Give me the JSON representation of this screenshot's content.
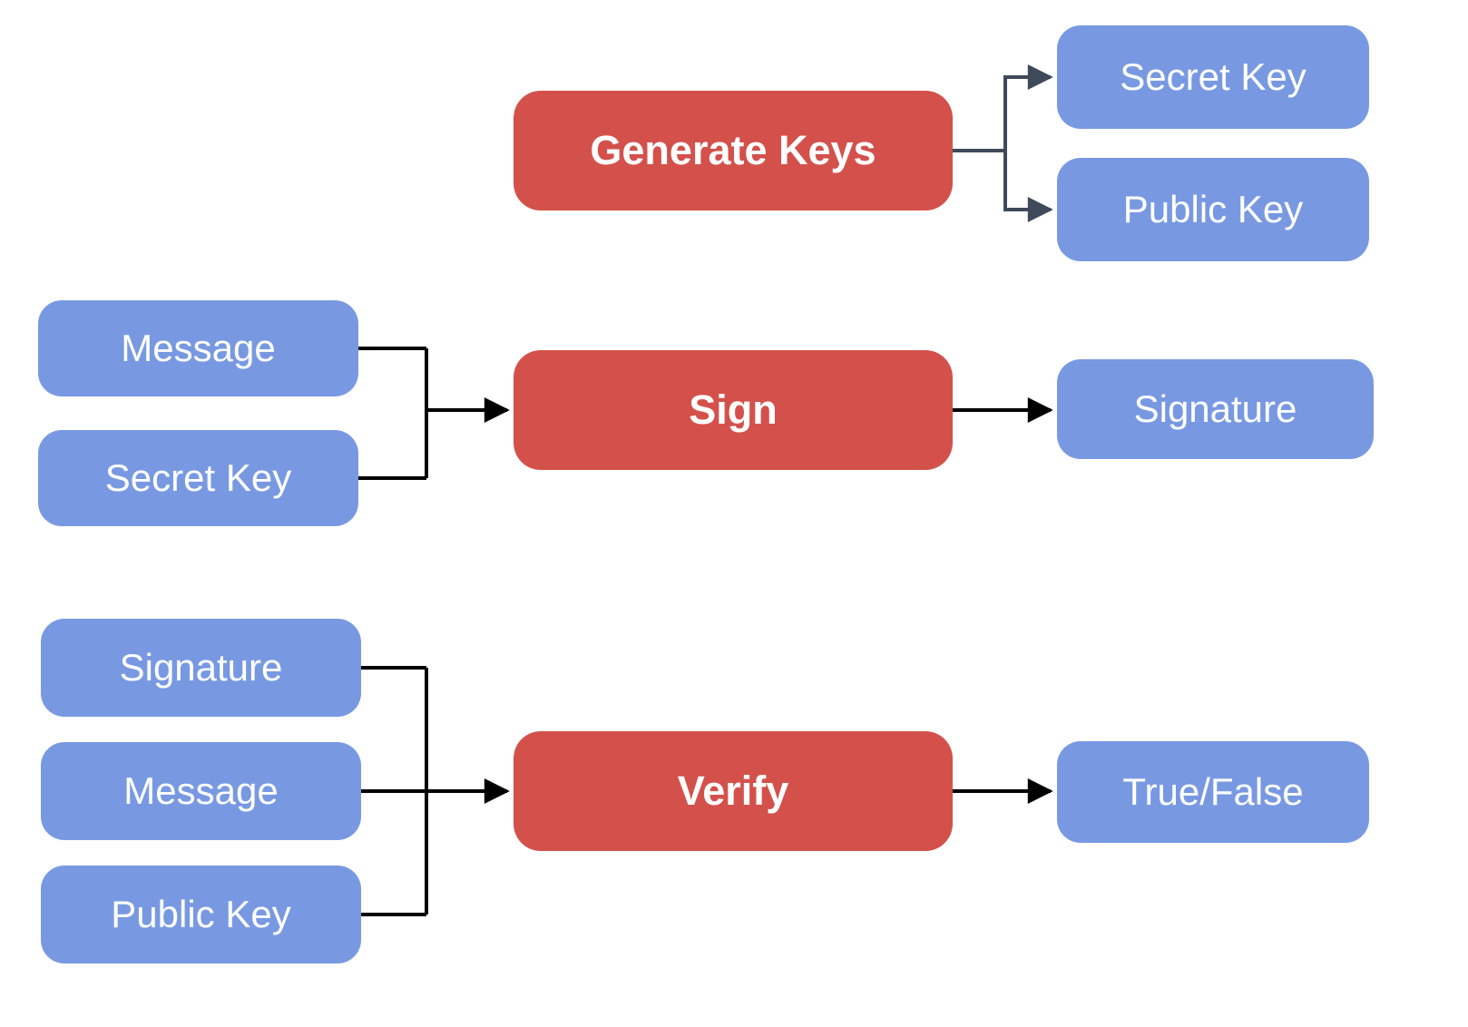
{
  "colors": {
    "process_fill": "#d4514b",
    "data_fill": "#7899e2",
    "label_text": "#ffffff",
    "connector_slate": "#3e4a59",
    "connector_black": "#000000",
    "background": "#ffffff"
  },
  "nodes": {
    "generate_keys": {
      "label": "Generate Keys",
      "type": "process"
    },
    "secret_key_out": {
      "label": "Secret Key",
      "type": "data"
    },
    "public_key_out": {
      "label": "Public Key",
      "type": "data"
    },
    "message_sign": {
      "label": "Message",
      "type": "data"
    },
    "secret_key_sign": {
      "label": "Secret Key",
      "type": "data"
    },
    "sign": {
      "label": "Sign",
      "type": "process"
    },
    "signature_out": {
      "label": "Signature",
      "type": "data"
    },
    "signature_in": {
      "label": "Signature",
      "type": "data"
    },
    "message_in": {
      "label": "Message",
      "type": "data"
    },
    "public_key_in": {
      "label": "Public Key",
      "type": "data"
    },
    "verify": {
      "label": "Verify",
      "type": "process"
    },
    "true_false": {
      "label": "True/False",
      "type": "data"
    }
  },
  "edges": [
    {
      "from": "generate_keys",
      "to": "secret_key_out"
    },
    {
      "from": "generate_keys",
      "to": "public_key_out"
    },
    {
      "from": "message_sign",
      "to": "sign"
    },
    {
      "from": "secret_key_sign",
      "to": "sign"
    },
    {
      "from": "sign",
      "to": "signature_out"
    },
    {
      "from": "signature_in",
      "to": "verify"
    },
    {
      "from": "message_in",
      "to": "verify"
    },
    {
      "from": "public_key_in",
      "to": "verify"
    },
    {
      "from": "verify",
      "to": "true_false"
    }
  ]
}
